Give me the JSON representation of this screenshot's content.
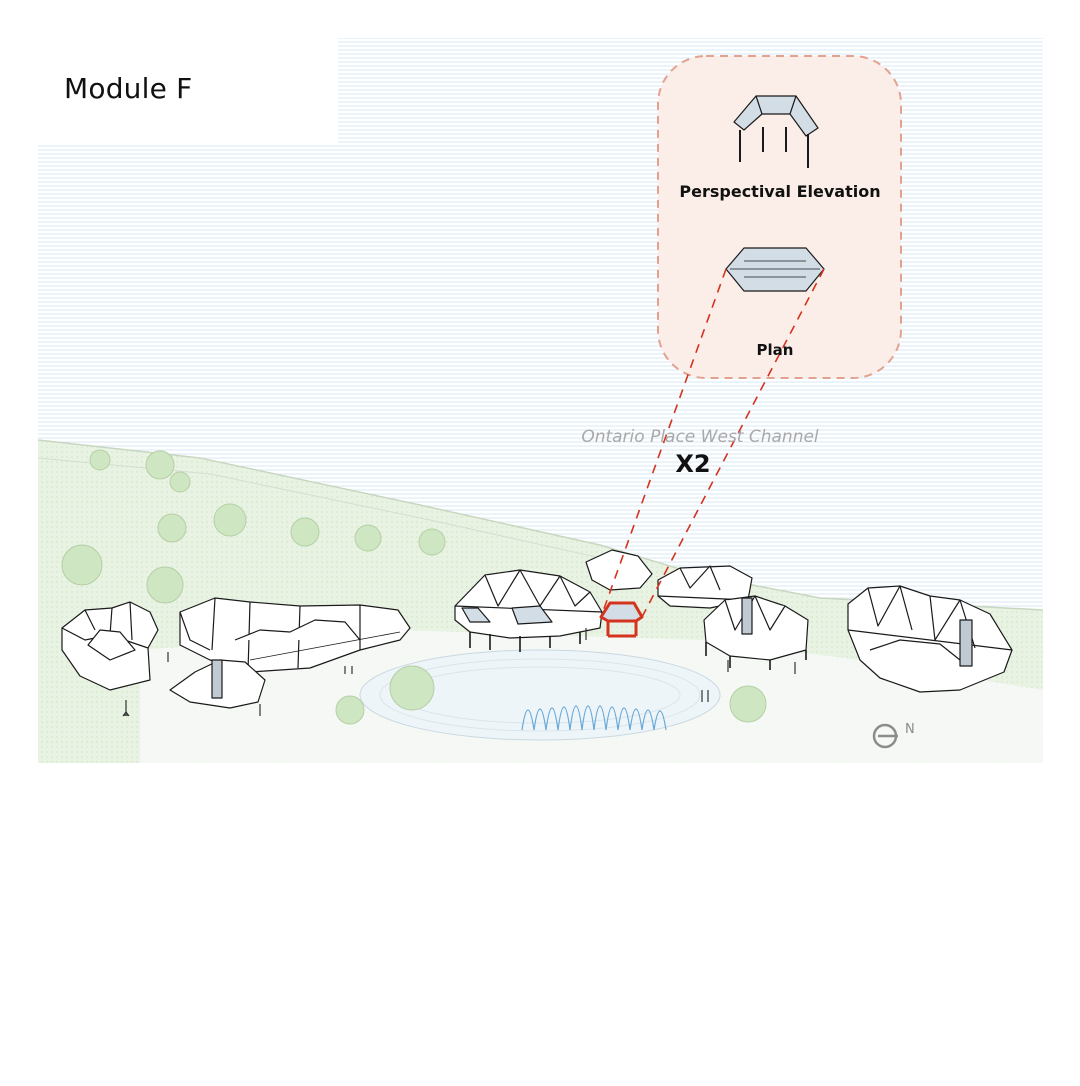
{
  "title": "Module F",
  "legend": {
    "elevation_label": "Perspectival Elevation",
    "plan_label": "Plan"
  },
  "map": {
    "channel_label": "Ontario Place West Channel",
    "multiplier": "X2",
    "north_label": "N"
  },
  "colors": {
    "callout_border": "#e3a28f",
    "callout_fill": "#fbeee9",
    "highlight": "#d4331e",
    "water_lines": "#d6e8f4",
    "land": "#e6f1df",
    "roof_glass": "#d2dde6"
  }
}
